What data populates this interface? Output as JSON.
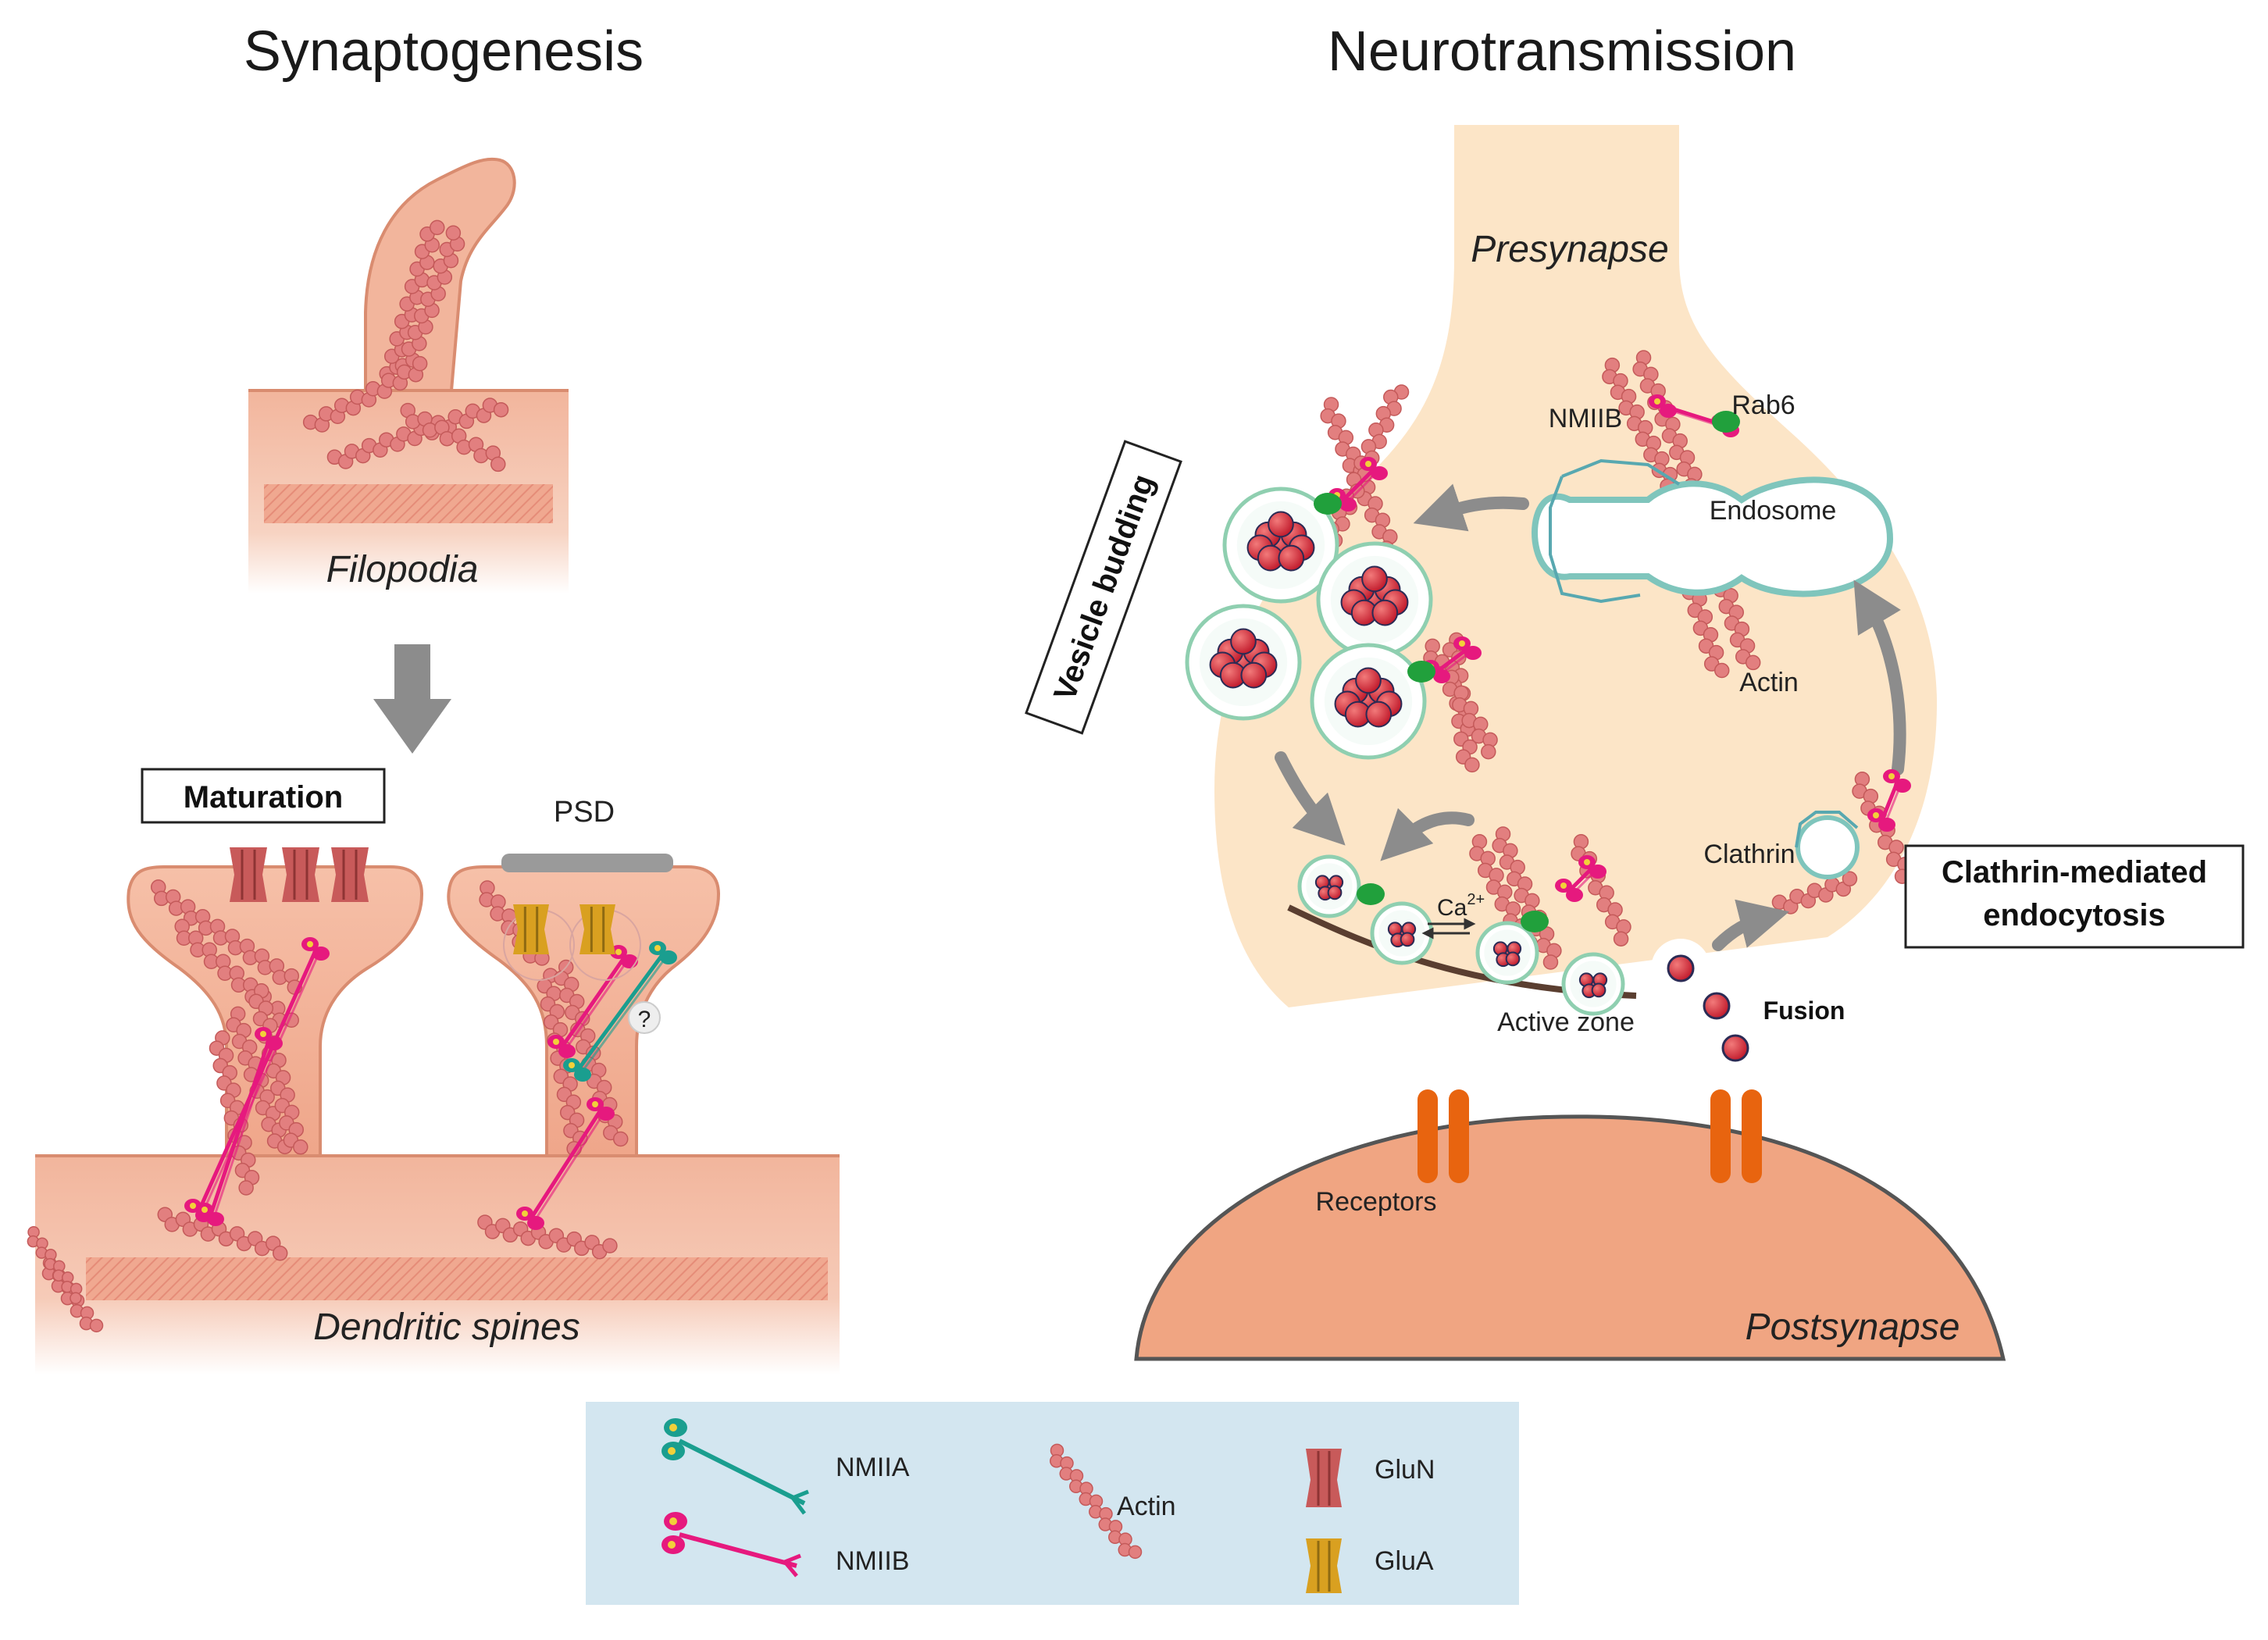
{
  "titles": {
    "left": "Synaptogenesis",
    "right": "Neurotransmission"
  },
  "synaptogenesis": {
    "filopodia_label": "Filopodia",
    "maturation_label": "Maturation",
    "psd_label": "PSD",
    "question_mark": "?",
    "dendritic_spines_label": "Dendritic spines"
  },
  "neurotransmission": {
    "presynapse_label": "Presynapse",
    "nmiib_label": "NMIIB",
    "rab6_label": "Rab6",
    "endosome_label": "Endosome",
    "actin_label": "Actin",
    "vesicle_budding_label": "Vesicle budding",
    "clathrin_label": "Clathrin",
    "cme_line1": "Clathrin-mediated",
    "cme_line2": "endocytosis",
    "ca_label": "Ca",
    "ca_sup": "2+",
    "active_zone_label": "Active zone",
    "fusion_label": "Fusion",
    "receptors_label": "Receptors",
    "postsynapse_label": "Postsynapse"
  },
  "legend": {
    "nmiia": "NMIIA",
    "nmiib": "NMIIB",
    "actin": "Actin",
    "glun": "GluN",
    "glua": "GluA"
  },
  "colors": {
    "spine_fill": "#F2B59C",
    "spine_stroke": "#D98C70",
    "presynapse_fill": "#FCE5C7",
    "postsynapse_fill": "#F0A582",
    "actin_bead": "#E07A7A",
    "nmiib": "#E6197E",
    "nmiia": "#1A9E8F",
    "glun": "#C85A5A",
    "glua": "#D9A020",
    "receptor": "#E8640F",
    "legend_bg": "#D3E6F0",
    "arrow_gray": "#8C8C8C",
    "rab6_green": "#21A03C",
    "vesicle_red": "#D0202C"
  }
}
